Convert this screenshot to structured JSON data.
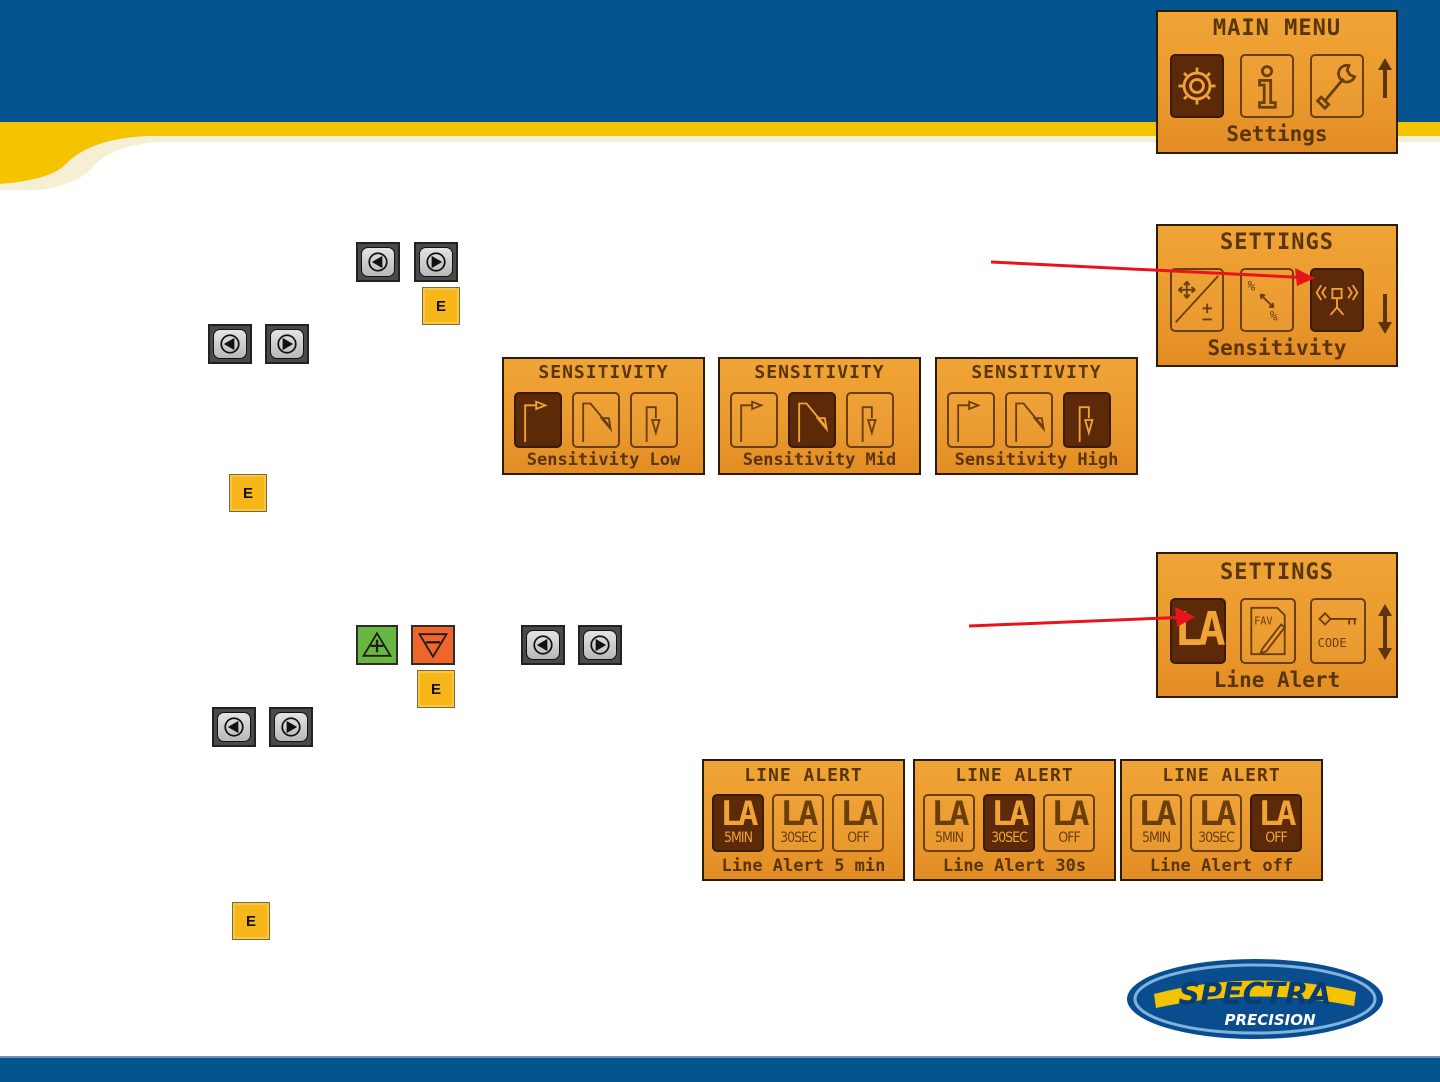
{
  "colors": {
    "header_blue": "#04548f",
    "accent_yellow": "#f5c400",
    "lcd_orange": "#eb9a2e",
    "lcd_ink": "#5a3508",
    "arrow_red": "#e8141c"
  },
  "keys": {
    "enter_label": "E"
  },
  "main_menu": {
    "title": "MAIN MENU",
    "caption": "Settings",
    "icons": [
      "gear-icon",
      "info-icon",
      "wrench-icon"
    ],
    "selected": 0
  },
  "settings_sensitivity": {
    "title": "SETTINGS",
    "caption": "Sensitivity",
    "icons": [
      "calibration-icon",
      "grade-percent-icon",
      "sensitivity-icon"
    ],
    "selected": 2
  },
  "settings_line_alert": {
    "title": "SETTINGS",
    "caption": "Line Alert",
    "icons": [
      "line-alert-icon",
      "fav-icon",
      "code-key-icon"
    ],
    "selected": 0,
    "tile_labels": {
      "la": "LA",
      "fav": "FAV",
      "code": "CODE"
    }
  },
  "sensitivity_screens": [
    {
      "title": "SENSITIVITY",
      "caption": "Sensitivity Low",
      "selected": 0
    },
    {
      "title": "SENSITIVITY",
      "caption": "Sensitivity Mid",
      "selected": 1
    },
    {
      "title": "SENSITIVITY",
      "caption": "Sensitivity High",
      "selected": 2
    }
  ],
  "line_alert_screens": [
    {
      "title": "LINE ALERT",
      "caption": "Line Alert 5 min",
      "selected": 0
    },
    {
      "title": "LINE ALERT",
      "caption": "Line Alert 30s",
      "selected": 1
    },
    {
      "title": "LINE ALERT",
      "caption": "Line Alert off",
      "selected": 2
    }
  ],
  "line_alert_options": [
    {
      "big": "LA",
      "small": "5MIN"
    },
    {
      "big": "LA",
      "small": "30SEC"
    },
    {
      "big": "LA",
      "small": "OFF"
    }
  ],
  "logo": {
    "brand": "SPECTRA",
    "sub": "PRECISION",
    "mark": "®"
  }
}
